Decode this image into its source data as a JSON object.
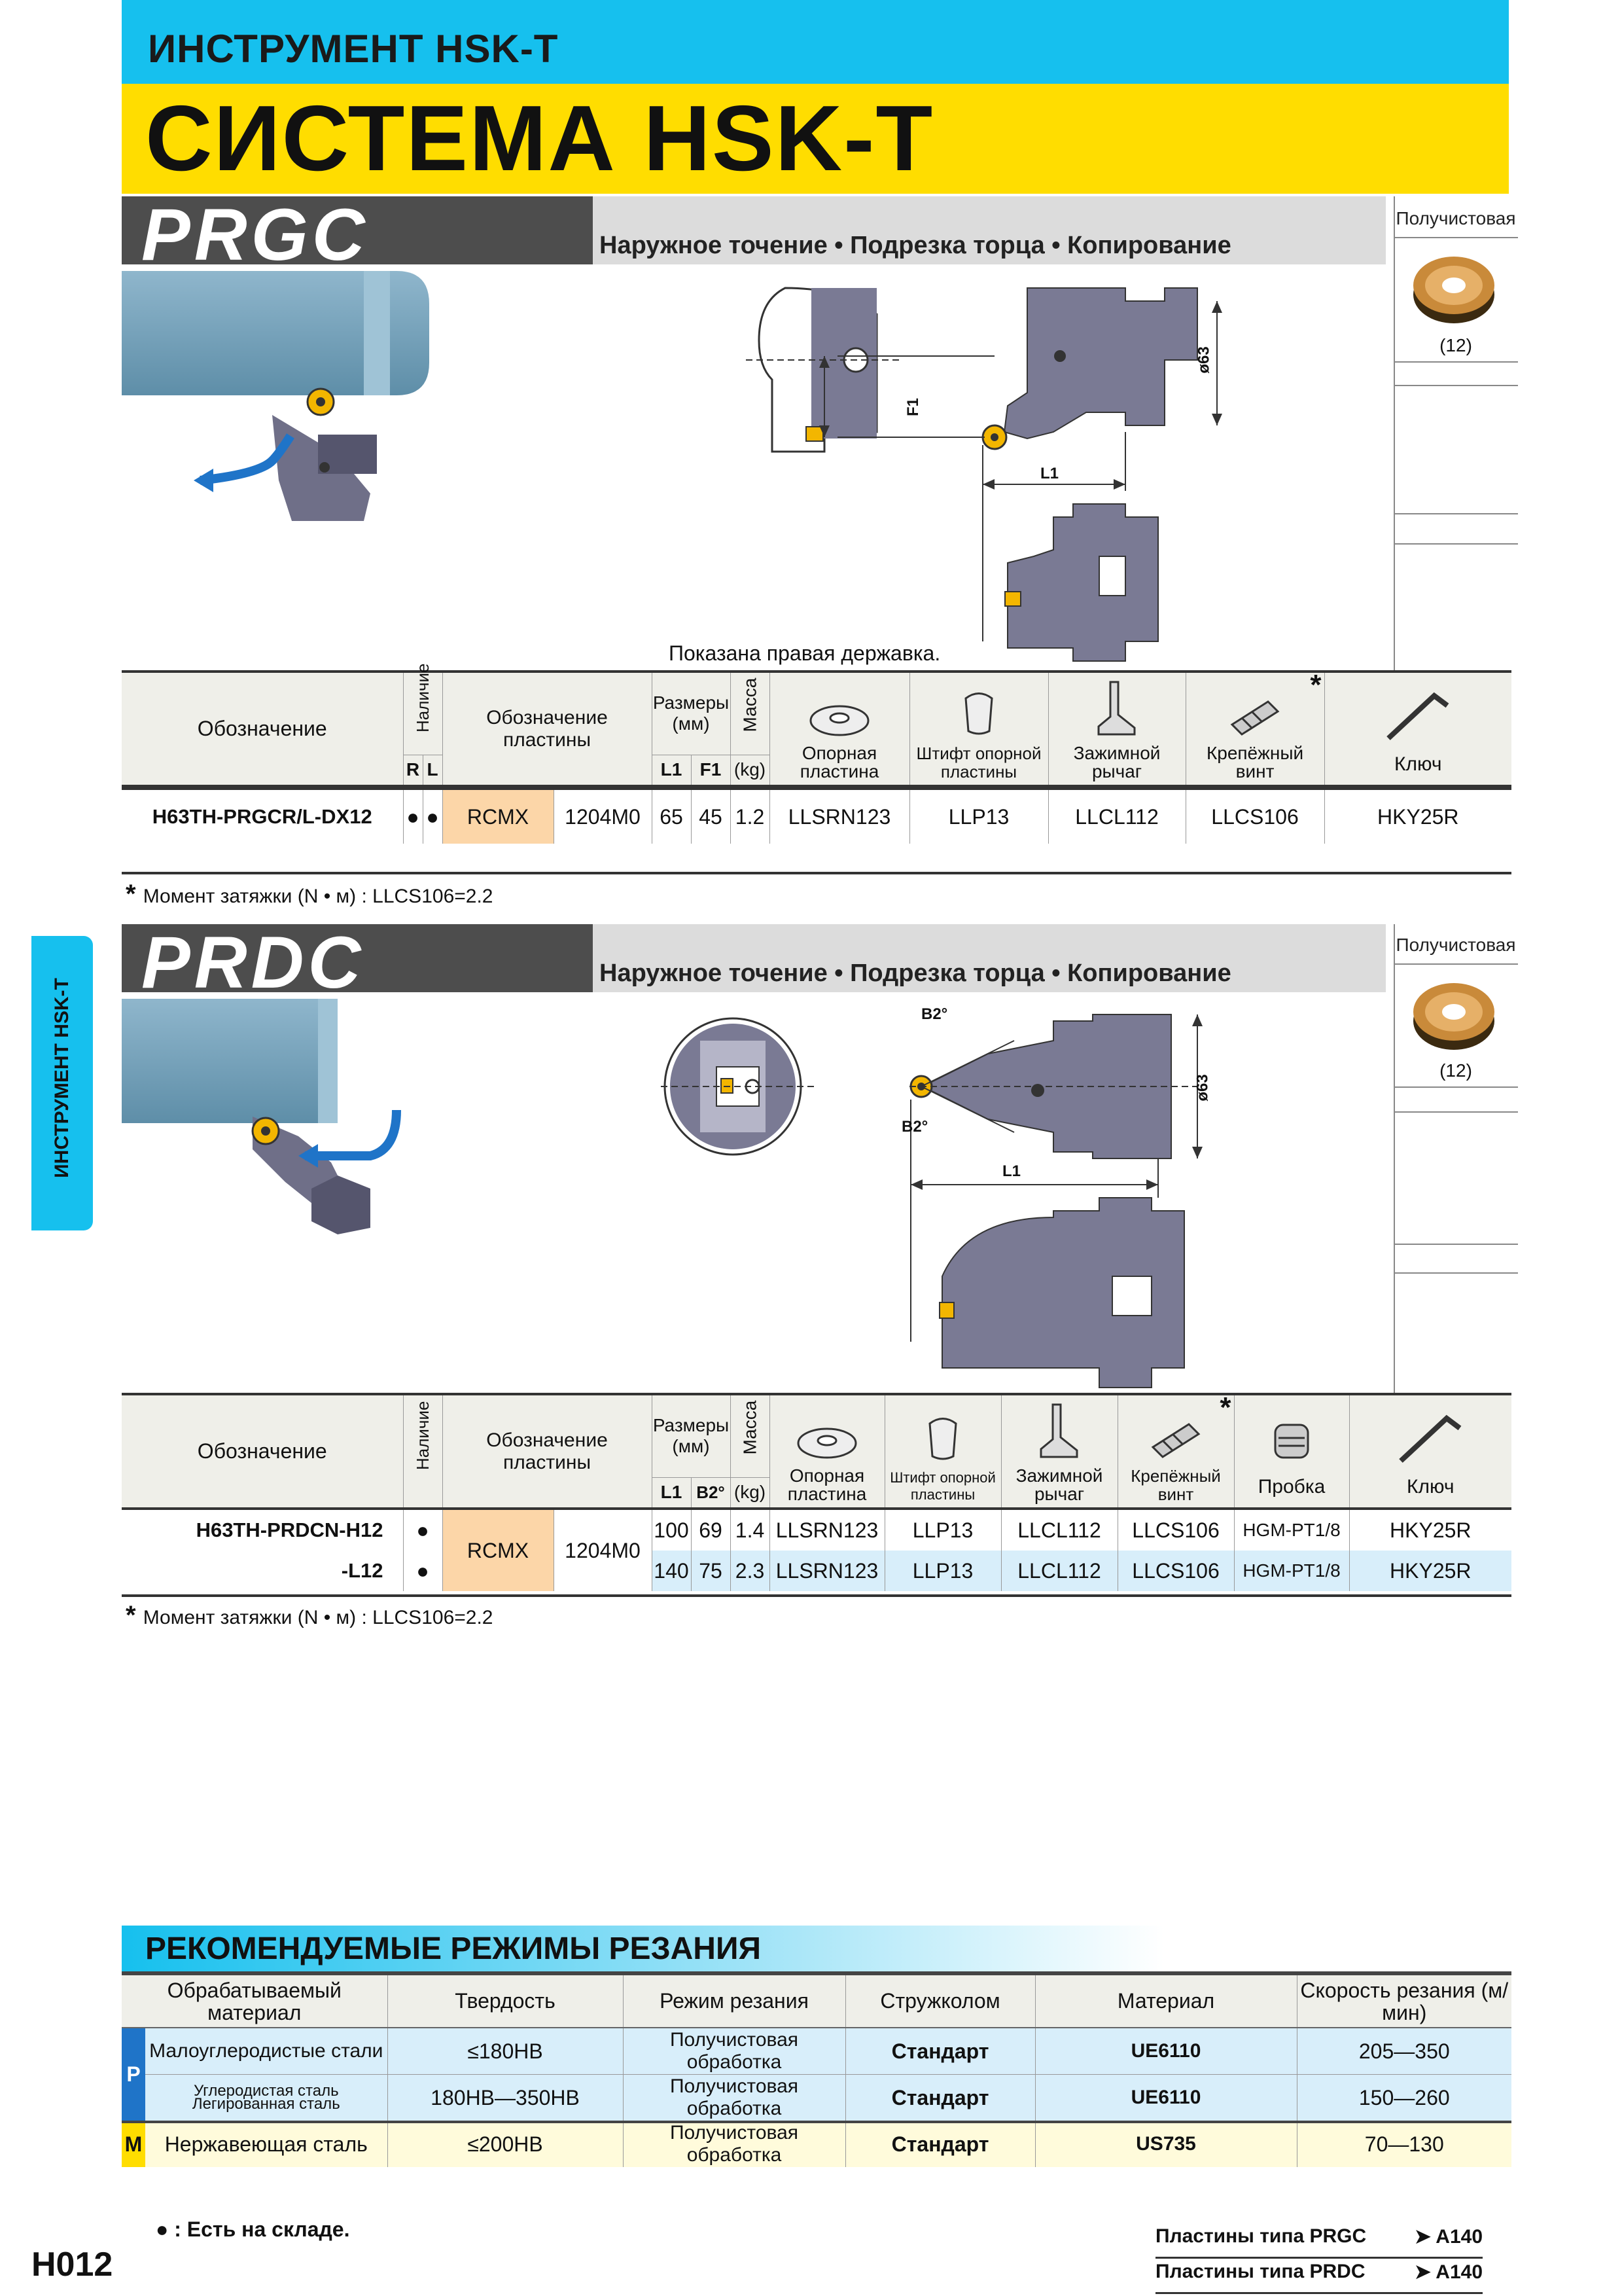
{
  "header": {
    "subtitle": "ИНСТРУМЕНТ HSK-T",
    "title": "СИСТЕМА HSK-T"
  },
  "side_tab": {
    "label": "ИНСТРУМЕНТ HSK-T"
  },
  "sections": [
    {
      "name": "PRGC",
      "operations": "Наружное точение • Подрезка торца • Копирование",
      "insert_grade": "Получистовая",
      "insert_count": "(12)",
      "note_right_holder": "Показана правая державка.",
      "dims": {
        "f1": "F1",
        "l1": "L1",
        "d": "ø63"
      },
      "table": {
        "h_designation": "Обозначение",
        "h_stock": "Наличие",
        "h_r": "R",
        "h_l": "L",
        "h_insert": "Обозначение пластины",
        "h_dims": "Размеры (мм)",
        "h_d1": "L1",
        "h_d2": "F1",
        "h_mass": "Масса",
        "h_kg": "(kg)",
        "parts": [
          "Опорная пластина",
          "Штифт опорной пластины",
          "Зажимной рычаг",
          "Крепёжный винт",
          "Ключ"
        ],
        "star": "*",
        "rows": [
          {
            "code": "H63TH-PRGCR/L-DX12",
            "r": "●",
            "l": "●",
            "insert": "RCMX",
            "insert2": "1204M0",
            "d1": "65",
            "d2": "45",
            "mass": "1.2",
            "p1": "LLSRN123",
            "p2": "LLP13",
            "p3": "LLCL112",
            "p4": "LLCS106",
            "p5": "HKY25R"
          }
        ]
      },
      "torque": "Момент затяжки (N • м) : LLCS106=2.2"
    },
    {
      "name": "PRDC",
      "operations": "Наружное точение • Подрезка торца • Копирование",
      "insert_grade": "Получистовая",
      "insert_count": "(12)",
      "dims": {
        "b2": "B2°",
        "l1": "L1",
        "d": "ø63"
      },
      "table": {
        "h_designation": "Обозначение",
        "h_stock": "Наличие",
        "h_insert": "Обозначение пластины",
        "h_dims": "Размеры (мм)",
        "h_d1": "L1",
        "h_d2": "B2°",
        "h_mass": "Масса",
        "h_kg": "(kg)",
        "parts": [
          "Опорная пластина",
          "Штифт опорной пластины",
          "Зажимной рычаг",
          "Крепёжный винт",
          "Пробка",
          "Ключ"
        ],
        "star": "*",
        "insert": "RCMX",
        "insert2": "1204M0",
        "rows": [
          {
            "code": "H63TH-PRDCN-H12",
            "stock": "●",
            "d1": "100",
            "d2": "69",
            "mass": "1.4",
            "p1": "LLSRN123",
            "p2": "LLP13",
            "p3": "LLCL112",
            "p4": "LLCS106",
            "p5": "HGM-PT1/8",
            "p6": "HKY25R"
          },
          {
            "code": "-L12",
            "stock": "●",
            "d1": "140",
            "d2": "75",
            "mass": "2.3",
            "p1": "LLSRN123",
            "p2": "LLP13",
            "p3": "LLCL112",
            "p4": "LLCS106",
            "p5": "HGM-PT1/8",
            "p6": "HKY25R"
          }
        ]
      },
      "torque": "Момент затяжки (N • м) : LLCS106=2.2"
    }
  ],
  "cutting": {
    "title": "РЕКОМЕНДУЕМЫЕ РЕЖИМЫ РЕЗАНИЯ",
    "headers": [
      "Обрабатываемый материал",
      "Твердость",
      "Режим резания",
      "Стружколом",
      "Материал",
      "Скорость резания (м/мин)"
    ],
    "rows": [
      {
        "cls": "P",
        "material": "Малоуглеродистые стали",
        "hardness": "≤180HB",
        "mode": "Получистовая обработка",
        "chip": "Стандарт",
        "grade": "UE6110",
        "speed": "205—350"
      },
      {
        "cls": "",
        "material": "Углеродистая сталь Легированная сталь",
        "hardness": "180HB—350HB",
        "mode": "Получистовая обработка",
        "chip": "Стандарт",
        "grade": "UE6110",
        "speed": "150—260"
      },
      {
        "cls": "M",
        "material": "Нержавеющая сталь",
        "hardness": "≤200HB",
        "mode": "Получистовая обработка",
        "chip": "Стандарт",
        "grade": "US735",
        "speed": "70—130"
      }
    ]
  },
  "footer": {
    "stock_note": "● : Есть на складе.",
    "page": "H012",
    "refs": [
      {
        "label": "Пластины типа PRGC",
        "page": "➤ A140"
      },
      {
        "label": "Пластины типа PRDC",
        "page": "➤ A140"
      }
    ]
  },
  "colors": {
    "cyan": "#16c0ee",
    "yellow": "#ffdd00",
    "dark": "#4d4d4d",
    "gray": "#ddd",
    "table_head": "#efefe9",
    "insert_cell": "#fcd6a8",
    "row_blue": "#d8eefa",
    "row_yellow": "#fffbdb",
    "holder": "#7a7a94"
  }
}
